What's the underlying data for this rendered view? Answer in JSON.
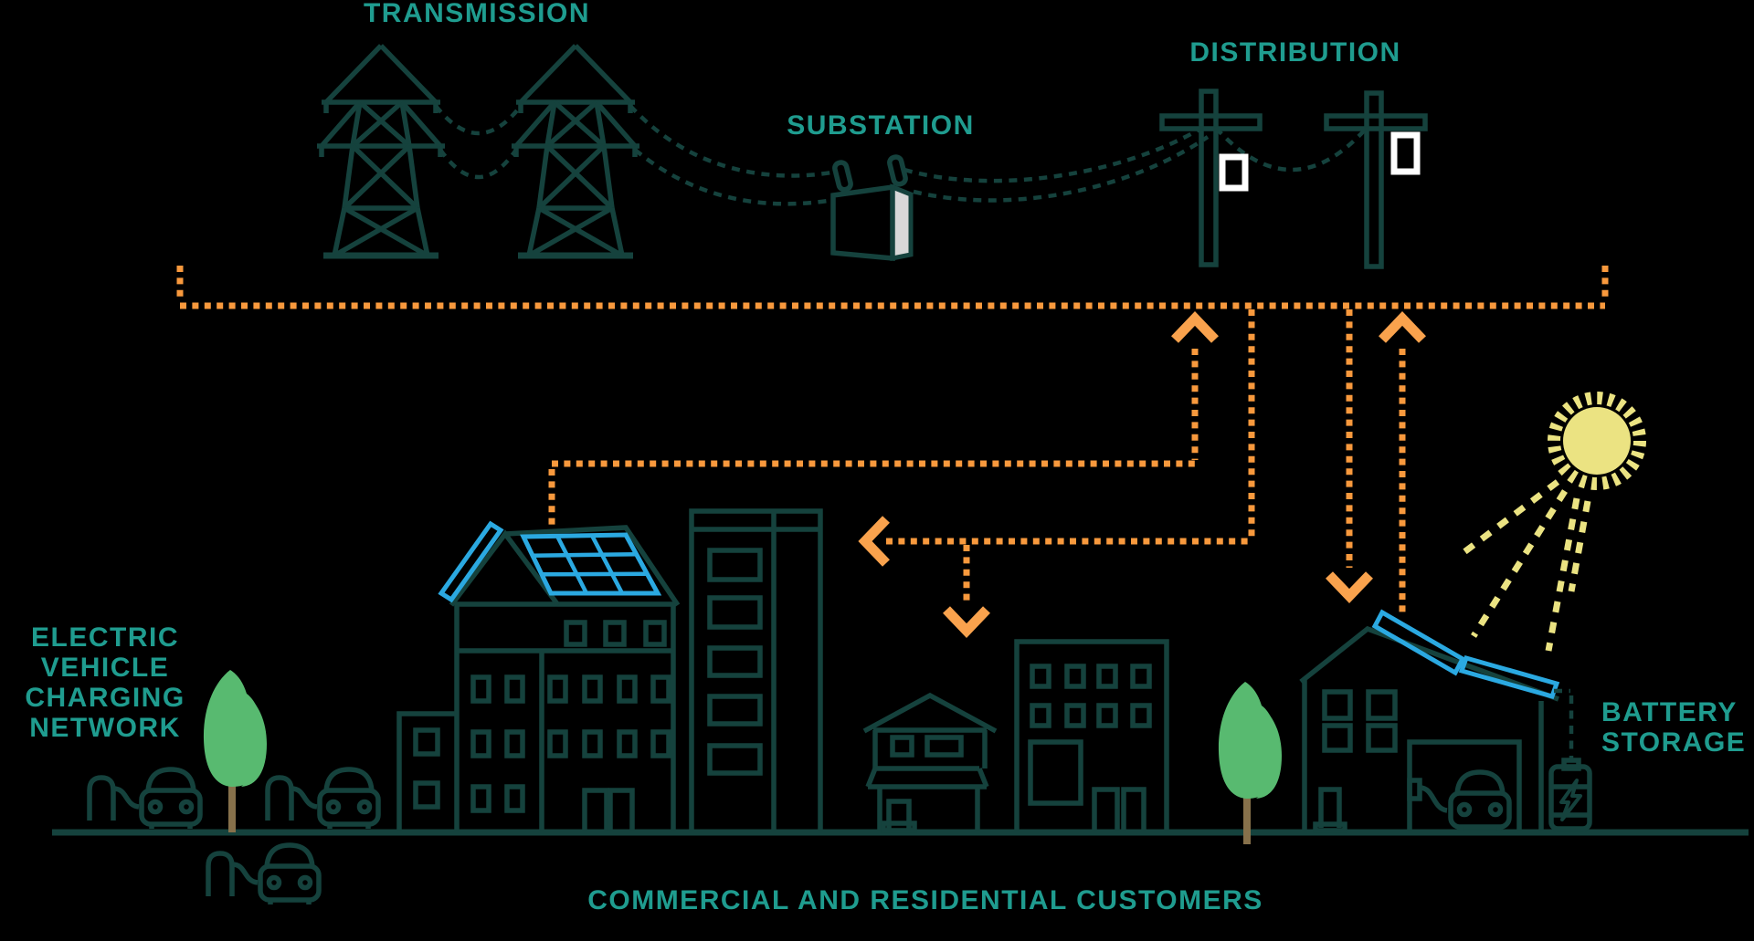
{
  "title": "Electric grid infographic",
  "labels": {
    "transmission": "TRANSMISSION",
    "substation": "SUBSTATION",
    "distribution": "DISTRIBUTION",
    "ev_network": [
      "ELECTRIC",
      "VEHICLE",
      "CHARGING",
      "NETWORK"
    ],
    "battery_storage": [
      "BATTERY",
      "STORAGE"
    ],
    "customers": "COMMERCIAL AND RESIDENTIAL CUSTOMERS"
  },
  "icons": [
    "transmission-tower-icon",
    "substation-icon",
    "utility-pole-icon",
    "sun-icon",
    "solar-panel-icon",
    "apartment-building-icon",
    "tall-building-icon",
    "small-house-icon",
    "mid-building-icon",
    "solar-house-icon",
    "garage-car-icon",
    "tree-icon",
    "ev-charger-icon",
    "ev-car-icon",
    "battery-icon",
    "power-flow-arrow-up",
    "power-flow-arrow-down",
    "power-flow-arrow-left"
  ],
  "colors": {
    "background": "#000000",
    "dark": "#15423D",
    "teal": "#1F9C8F",
    "orange": "#F8993D",
    "orange2": "#F9A24D",
    "blue": "#2BA9E1",
    "yellow": "#EBE382",
    "green": "#58BA70",
    "trunk": "#87714B",
    "white": "#FFFFFF",
    "gray": "#D8D8D8"
  }
}
